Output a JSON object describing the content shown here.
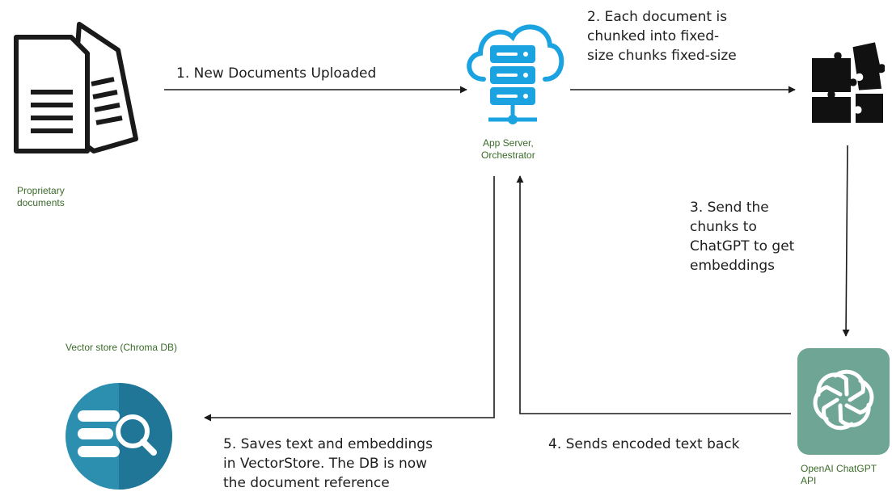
{
  "nodes": {
    "documents": {
      "label": "Proprietary\ndocuments",
      "icon": "documents-icon"
    },
    "server": {
      "label": "App Server,\nOrchestrator",
      "icon": "cloud-server-icon"
    },
    "chunks": {
      "icon": "puzzle-pieces-icon"
    },
    "openai": {
      "label": "OpenAI ChatGPT\nAPI",
      "icon": "openai-logo-icon"
    },
    "vectorstore": {
      "label": "Vector store (Chroma DB)",
      "icon": "database-search-icon"
    }
  },
  "steps": {
    "step1": "1. New Documents Uploaded",
    "step2": "2. Each document is\nchunked into fixed-\nsize chunks fixed-size",
    "step3": "3. Send the\nchunks to\nChatGPT to get\nembeddings",
    "step4": "4. Sends encoded text back",
    "step5": "5. Saves text and embeddings\nin VectorStore. The DB is now\nthe document reference"
  },
  "colors": {
    "caption_green": "#3b6b2a",
    "server_blue": "#1aa3e0",
    "openai_green": "#6fa595",
    "vector_teal": "#2c8fb0",
    "arrow": "#1a1a1a"
  }
}
